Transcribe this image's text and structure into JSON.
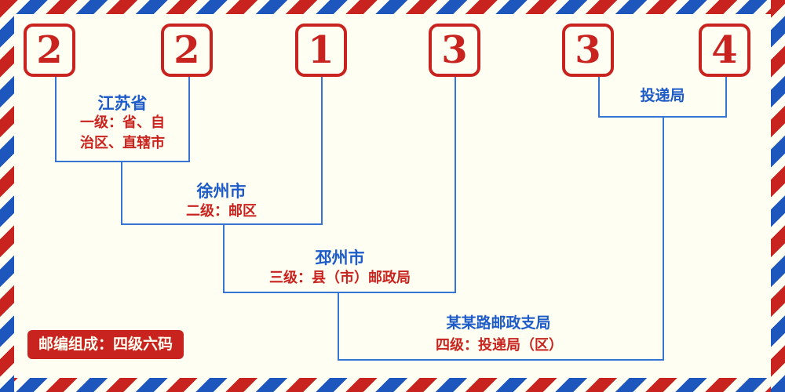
{
  "postal_code": {
    "digits": [
      "2",
      "2",
      "1",
      "3",
      "3",
      "4"
    ]
  },
  "labels": {
    "level1": {
      "place": "江苏省",
      "desc": "一级：省、自\n治区、直辖市"
    },
    "level2": {
      "place": "徐州市",
      "desc": "二级：邮区"
    },
    "level3": {
      "place": "邳州市",
      "desc": "三级：县（市）邮政局"
    },
    "delivery": {
      "place": "投递局"
    },
    "level4": {
      "place": "某某路邮政支局",
      "desc": "四级：投递局（区）"
    }
  },
  "footer": {
    "badge": "邮编组成：四级六码"
  },
  "colors": {
    "red": "#C8231E",
    "blue_text": "#1C5BC8",
    "line_blue": "#3575D4",
    "background": "#FFFEF2"
  }
}
